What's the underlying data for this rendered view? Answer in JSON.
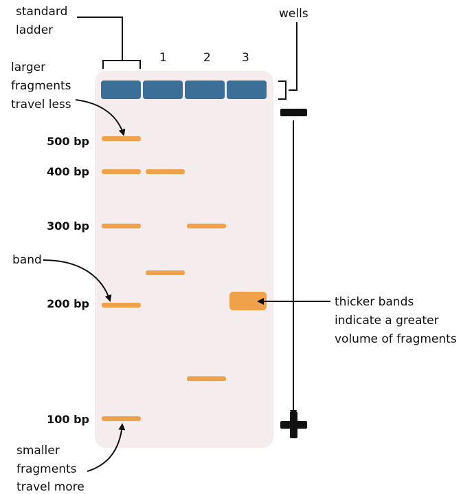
{
  "colors": {
    "gel": "#f4eced",
    "well": "#3b6f97",
    "band": "#f0a24a",
    "ink": "#111111"
  },
  "lanes": {
    "ladder_label": [
      "standard",
      "ladder"
    ],
    "numbers": [
      "1",
      "2",
      "3"
    ]
  },
  "ladder_sizes": [
    "500 bp",
    "400 bp",
    "300 bp",
    "200 bp",
    "100 bp"
  ],
  "annotations": {
    "wells": "wells",
    "larger": [
      "larger",
      "fragments",
      "travel less"
    ],
    "band": "band",
    "smaller": [
      "smaller",
      "fragments",
      "travel more"
    ],
    "thicker": [
      "thicker bands",
      "indicate a greater",
      "volume of fragments"
    ]
  },
  "electrodes": {
    "negative": "negative-electrode",
    "positive": "positive-electrode"
  }
}
